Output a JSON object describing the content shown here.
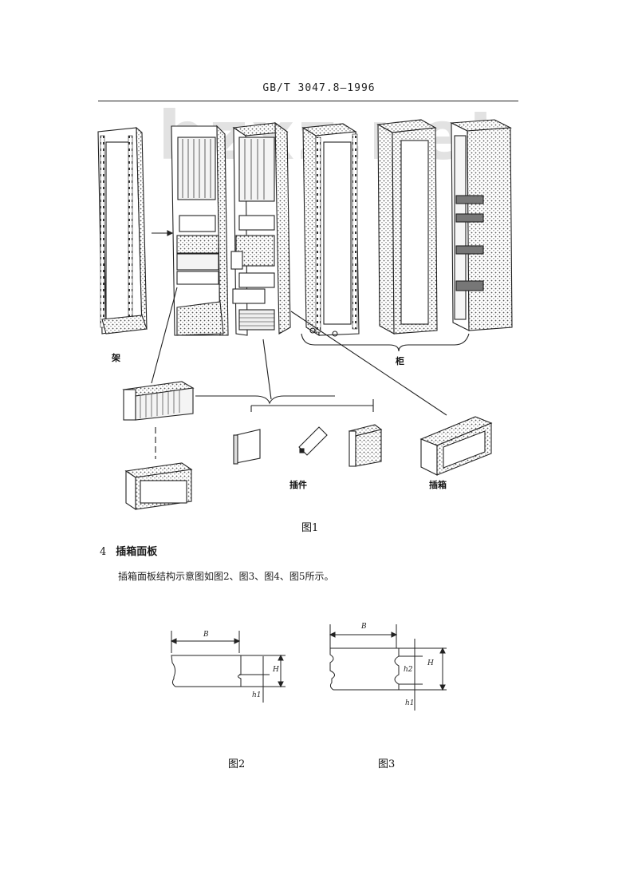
{
  "header": {
    "standard_no": "GB/T 3047.8—1996"
  },
  "watermark": {
    "text": "bzxz.net"
  },
  "figure1": {
    "labels": {
      "rack": "架",
      "cabinet": "柜",
      "plug_in": "插件",
      "subrack": "插箱"
    },
    "caption": "图1"
  },
  "section4": {
    "number": "4",
    "title": "插箱面板",
    "paragraph": "插箱面板结构示意图如图2、图3、图4、图5所示。"
  },
  "figure2": {
    "caption": "图2",
    "dims": {
      "width": "B",
      "height": "H",
      "h1": "h1"
    }
  },
  "figure3": {
    "caption": "图3",
    "dims": {
      "width": "B",
      "height": "H",
      "h2": "h2",
      "h1": "h1"
    }
  }
}
